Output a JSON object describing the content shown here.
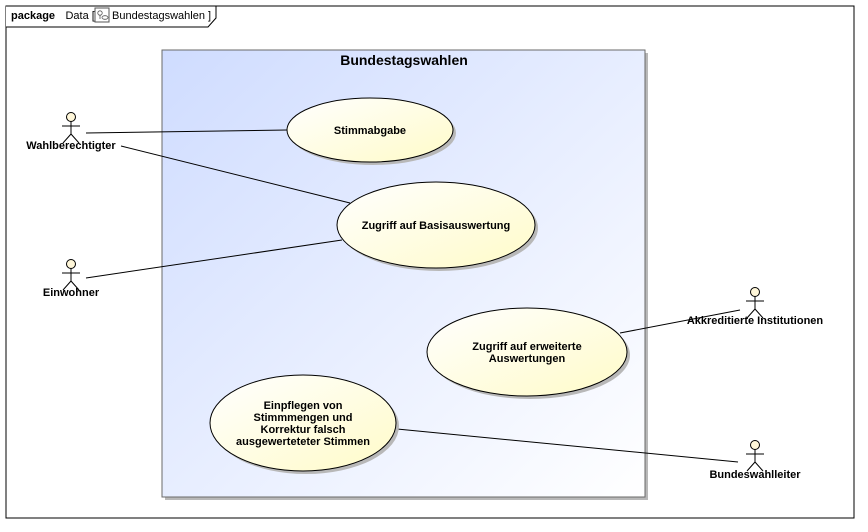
{
  "frame": {
    "keyword": "package",
    "prefix": "Data [",
    "name": "Bundestagswahlen",
    "suffix": "]"
  },
  "system": {
    "title": "Bundestagswahlen"
  },
  "actors": [
    {
      "id": "wahlberechtigter",
      "label": "Wahlberechtigter"
    },
    {
      "id": "einwohner",
      "label": "Einwohner"
    },
    {
      "id": "akkreditierte",
      "label": "Akkreditierte Institutionen"
    },
    {
      "id": "bundeswahlleiter",
      "label": "Bundeswahlleiter"
    }
  ],
  "usecases": [
    {
      "id": "stimmabgabe",
      "lines": [
        "Stimmabgabe"
      ]
    },
    {
      "id": "basis",
      "lines": [
        "Zugriff auf Basisauswertung"
      ]
    },
    {
      "id": "erweitert",
      "lines": [
        "Zugriff auf erweiterte",
        "Auswertungen"
      ]
    },
    {
      "id": "einpflegen",
      "lines": [
        "Einpflegen von",
        "Stimmmengen und",
        "Korrektur falsch",
        "ausgewerteteter Stimmen"
      ]
    }
  ],
  "associations": [
    {
      "from": "wahlberechtigter",
      "to": "stimmabgabe"
    },
    {
      "from": "wahlberechtigter",
      "to": "basis"
    },
    {
      "from": "einwohner",
      "to": "basis"
    },
    {
      "from": "akkreditierte",
      "to": "erweitert"
    },
    {
      "from": "bundeswahlleiter",
      "to": "einpflegen"
    }
  ],
  "colors": {
    "system_fill_start": "#cfdcff",
    "system_fill_end": "#ffffff",
    "usecase_fill_start": "#ffffff",
    "usecase_fill_end": "#fffbc8",
    "actor_head": "#fff7d9",
    "stroke": "#000000",
    "shadow": "#b8b8b8"
  }
}
